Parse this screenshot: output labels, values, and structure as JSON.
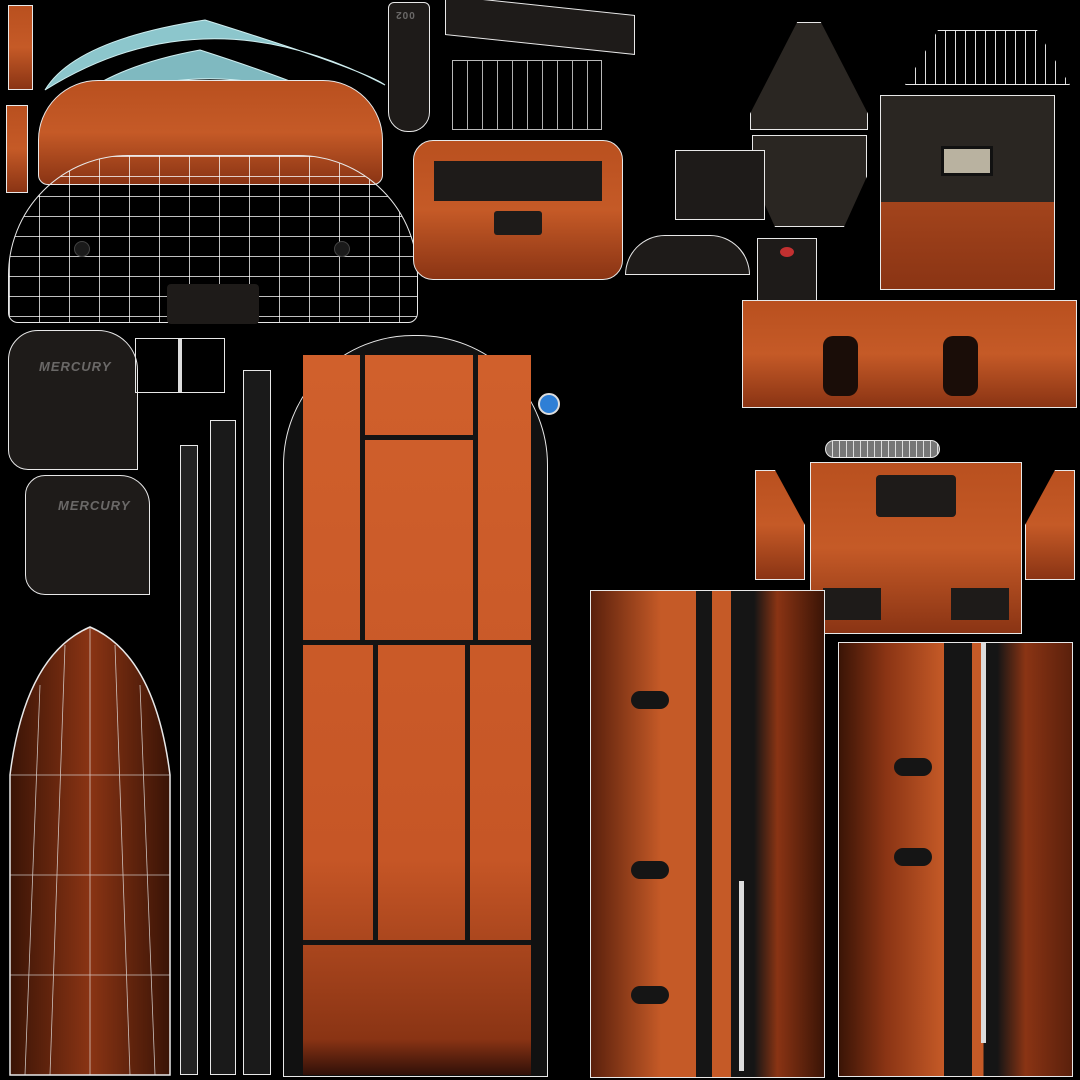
{
  "texture_atlas": {
    "subject": "boat UV texture map",
    "background_color": "#000000",
    "wire_color": "#e8e8e8",
    "primary_color": "#c55a27",
    "accent_color": "#7fc0c8",
    "labels": {
      "mercury_top": "MERCURY",
      "mercury_bottom": "MERCURY",
      "seat_number": "002"
    }
  }
}
